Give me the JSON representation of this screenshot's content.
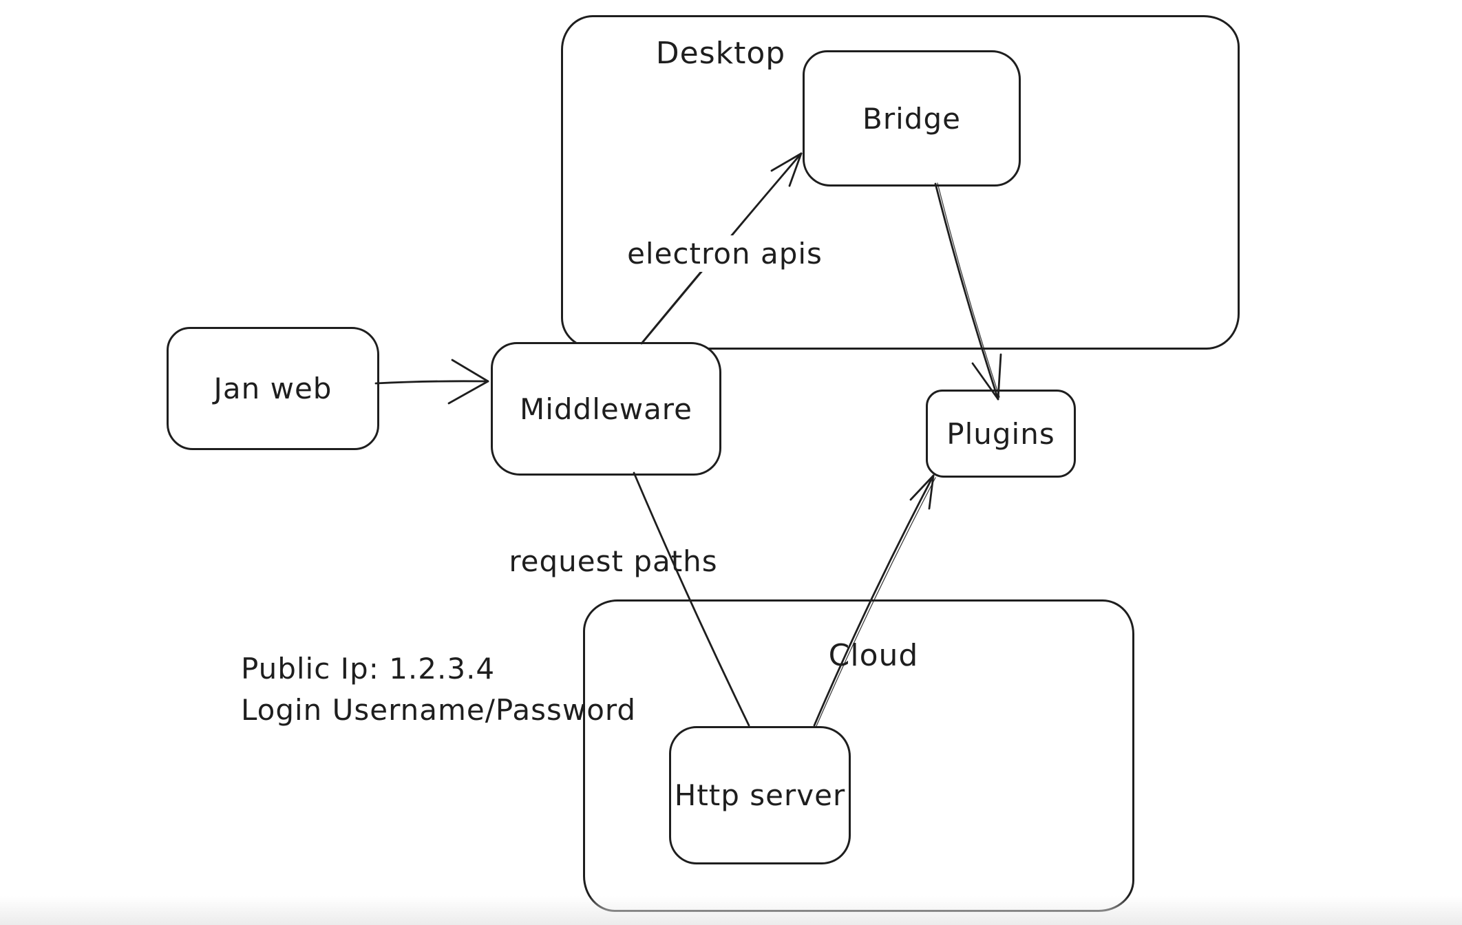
{
  "app": {
    "type": "hand-drawn whiteboard diagram",
    "background_color": "#ffffff",
    "ink_color": "#1e1e1e"
  },
  "containers": [
    {
      "label": "Desktop"
    },
    {
      "label": "Cloud"
    }
  ],
  "nodes": [
    {
      "label": "Jan web"
    },
    {
      "label": "Middleware"
    },
    {
      "label": "Bridge"
    },
    {
      "label": "Plugins"
    },
    {
      "label": "Http server"
    }
  ],
  "edges": [
    {
      "from": "Jan web",
      "to": "Middleware",
      "label": "",
      "arrowhead": "end"
    },
    {
      "from": "Middleware",
      "to": "Bridge",
      "label": "electron apis",
      "arrowhead": "end"
    },
    {
      "from": "Bridge",
      "to": "Plugins",
      "label": "",
      "arrowhead": "end"
    },
    {
      "from": "Middleware",
      "to": "Http server",
      "label": "request paths",
      "arrowhead": "none"
    },
    {
      "from": "Http server",
      "to": "Plugins",
      "label": "",
      "arrowhead": "end"
    }
  ],
  "annotations": {
    "public_ip": "Public Ip: 1.2.3.4",
    "login": "Login Username/Password"
  }
}
